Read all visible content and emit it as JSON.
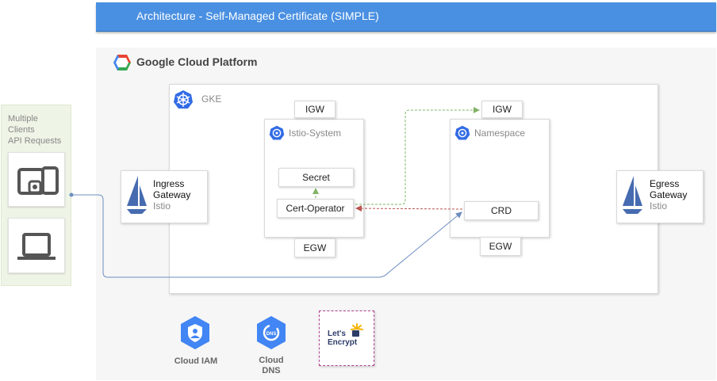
{
  "header": {
    "title": "Architecture - Self-Managed Certificate (SIMPLE)"
  },
  "platform": {
    "name": "Google Cloud Platform"
  },
  "clients": {
    "label_lines": [
      "Multiple",
      "Clients",
      "API Requests"
    ],
    "devices": [
      {
        "icon": "mobile-devices-icon"
      },
      {
        "icon": "laptop-icon"
      }
    ]
  },
  "gke": {
    "label": "GKE",
    "ingress_gateway": {
      "title_lines": [
        "Ingress",
        "Gateway"
      ],
      "sub": "Istio"
    },
    "egress_gateway": {
      "title_lines": [
        "Egress",
        "Gateway"
      ],
      "sub": "Istio"
    },
    "istio_system": {
      "label": "Istio-System",
      "igw": "IGW",
      "egw": "EGW",
      "secret": "Secret",
      "cert_operator": "Cert-Operator"
    },
    "namespace": {
      "label": "Namespace",
      "igw": "IGW",
      "egw": "EGW",
      "crd": "CRD"
    }
  },
  "services": [
    {
      "label": "Cloud IAM",
      "icon": "cloud-iam-icon"
    },
    {
      "label_lines": [
        "Cloud",
        "DNS"
      ],
      "icon": "cloud-dns-icon"
    }
  ],
  "letsencrypt": {
    "line1": "Let's",
    "line2": "Encrypt"
  },
  "colors": {
    "header_blue": "#4a90e2",
    "gcp_panel": "#f6f6f6",
    "clients_panel": "#eef4e6",
    "flow_blue": "#6c8ebf",
    "flow_green": "#82b366",
    "flow_red": "#b85450",
    "kube_blue": "#326ce5",
    "gcp_icon_blue": "#4285f4"
  }
}
